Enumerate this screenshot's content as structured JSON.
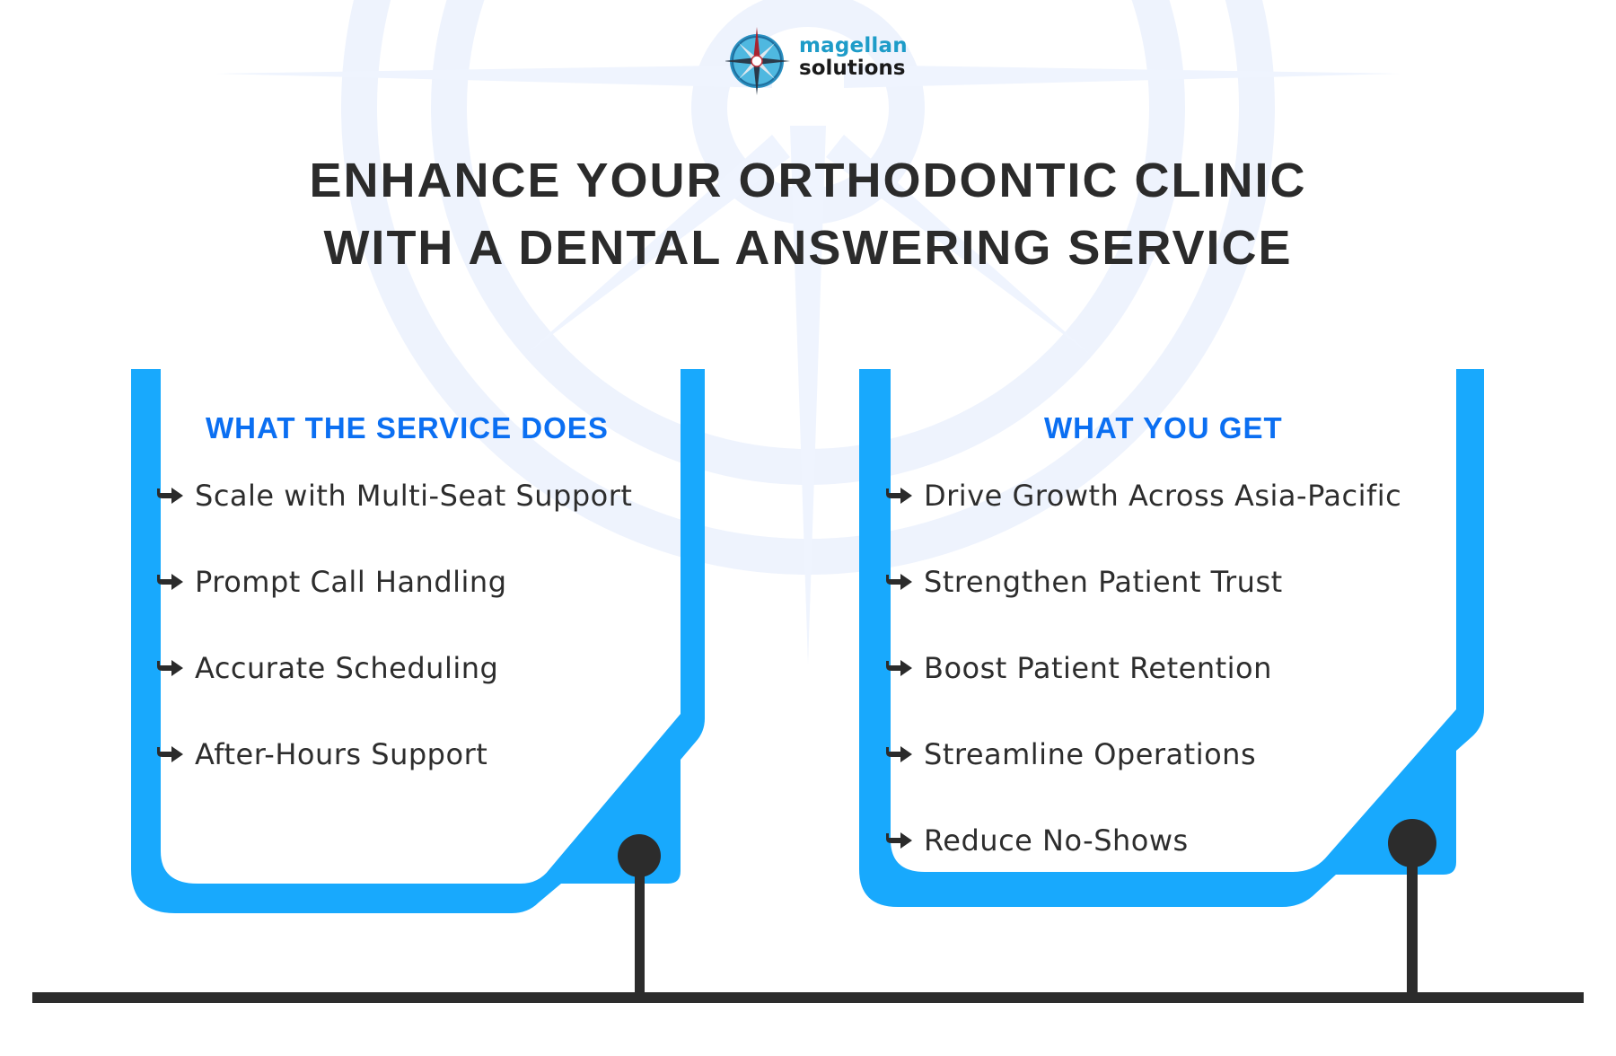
{
  "brand": {
    "name_line1": "magellan",
    "name_line2": "solutions",
    "icon": "compass-icon"
  },
  "title": {
    "line1": "ENHANCE YOUR ORTHODONTIC CLINIC",
    "line2": "WITH A DENTAL ANSWERING SERVICE"
  },
  "left_panel": {
    "heading": "WHAT THE SERVICE DOES",
    "bullet_icon": "arrow-right-icon",
    "items": [
      "Scale with Multi-Seat Support",
      "Prompt Call Handling",
      "Accurate Scheduling",
      "After-Hours Support"
    ]
  },
  "right_panel": {
    "heading": "WHAT YOU GET",
    "bullet_icon": "arrow-right-icon",
    "items": [
      "Drive Growth Across Asia-Pacific",
      "Strengthen Patient Trust",
      "Boost Patient Retention",
      "Streamline Operations",
      "Reduce No-Shows"
    ]
  },
  "colors": {
    "frame_blue": "#18a9fd",
    "heading_blue": "#0b6ff2",
    "text_dark": "#2d2d2d",
    "line_dark": "#2c2c2c",
    "watermark": "#eef4fe"
  }
}
